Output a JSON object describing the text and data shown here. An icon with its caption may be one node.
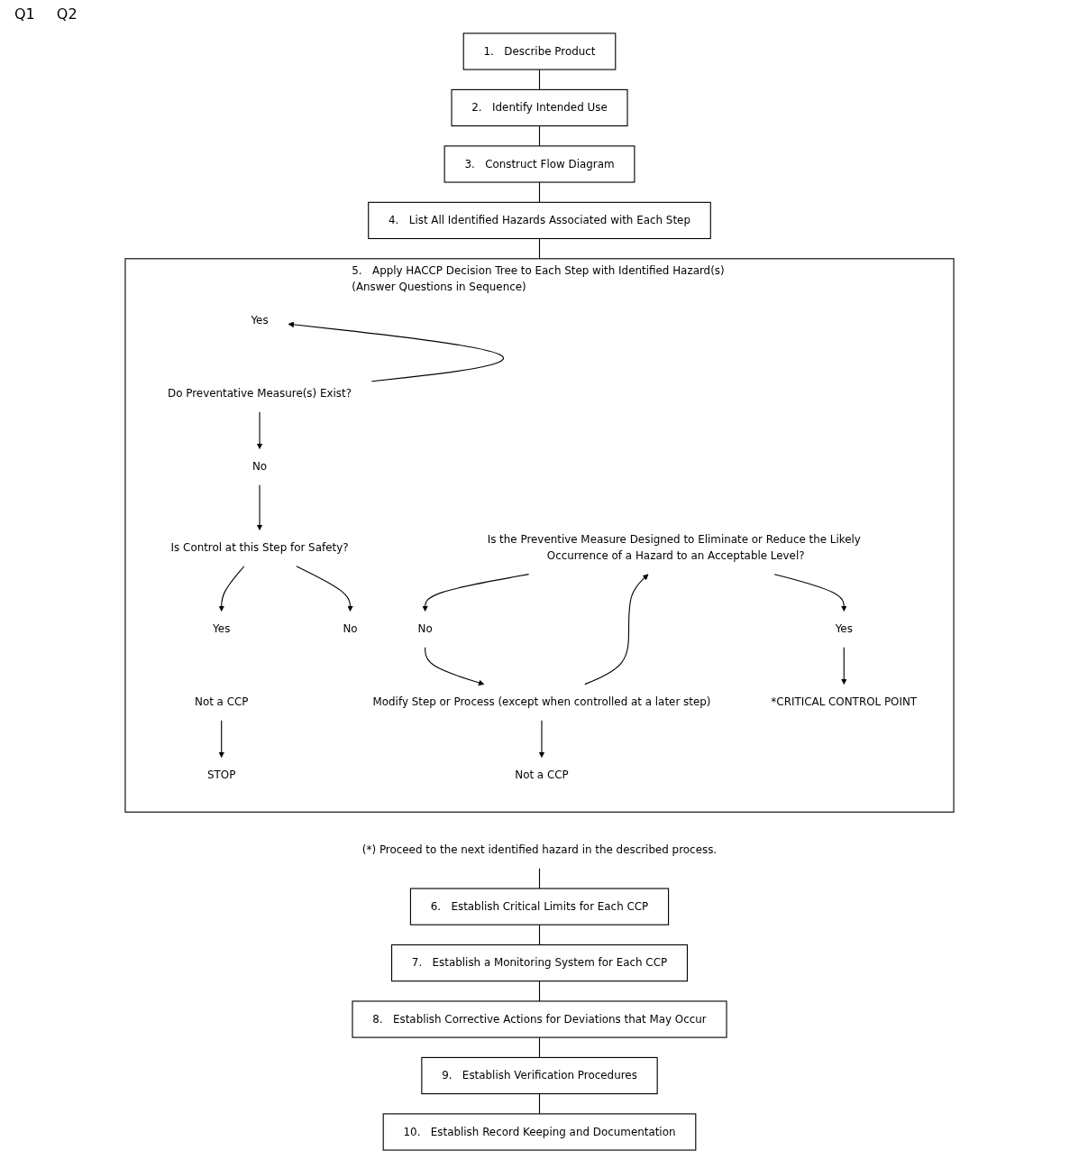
{
  "diagram": {
    "nodes": [
      {
        "text": [
          "1.",
          "Describe Product"
        ]
      },
      {
        "text": [
          "2.",
          "Identify Intended Use"
        ]
      },
      {
        "text": [
          "3.",
          "Construct Flow Diagram"
        ]
      },
      {
        "text": [
          "4.",
          "List All Identified Hazards Associated with Each Step"
        ]
      },
      {
        "text": [
          "5.",
          "Apply HACCP Decision Tree to Each Step with Identified Hazard(s)",
          "(Answer Questions in Sequence)"
        ]
      },
      {
        "text": [
          "Yes"
        ],
        "in": 4
      },
      {
        "text": [
          "Do Preventative Measure(s) Exist?"
        ],
        "in": 4
      },
      {
        "text": [
          "No"
        ],
        "in": 4
      },
      {
        "text": [
          "Is Control at this Step for Safety?"
        ],
        "in": 4
      },
      {
        "text": [
          "Yes"
        ],
        "in": 4
      },
      {
        "text": [
          "Not a CCP"
        ],
        "in": 4
      },
      {
        "text": [
          "STOP"
        ],
        "in": 4
      },
      {
        "text": [
          "No"
        ],
        "in": 4
      },
      {
        "text": [
          "Is the Preventive Measure Designed to Eliminate or Reduce the Likely Occurrence of a Hazard to an Acceptable Level?"
        ],
        "in": 4
      },
      {
        "text": [
          "Yes"
        ],
        "in": 4
      },
      {
        "text": [
          "No"
        ],
        "in": 4
      },
      {
        "text": [
          "Modify Step or Process (except when controlled at a later step)"
        ],
        "in": 4
      },
      {
        "text": [
          "Not a CCP"
        ],
        "in": 4
      },
      {
        "text": [
          "*CRITICAL CONTROL POINT"
        ],
        "in": 4
      },
      {
        "text": [
          "(*) Proceed to the next identified hazard in the described process."
        ]
      },
      {
        "text": [
          "6.",
          "Establish Critical Limits for Each CCP"
        ]
      },
      {
        "text": [
          "7.",
          "Establish a Monitoring System for Each CCP"
        ]
      },
      {
        "text": [
          "8.",
          "Establish Corrective Actions for Deviations that May Occur"
        ]
      },
      {
        "text": [
          "9.",
          "Establish Verification Procedures"
        ]
      },
      {
        "text": [
          "10.",
          "Establish Record Keeping and Documentation"
        ]
      }
    ],
    "edges": [
      {
        "from": 0,
        "to": 1,
        "arrow": "none"
      },
      {
        "from": 1,
        "to": 2,
        "arrow": "none"
      },
      {
        "from": 2,
        "to": 3,
        "arrow": "none"
      },
      {
        "from": 3,
        "to": 4,
        "arrow": "none"
      },
      {
        "from": 6,
        "to": 5,
        "arrow": "to"
      },
      {
        "from": 6,
        "to": 7,
        "arrow": "to"
      },
      {
        "from": 7,
        "to": 8,
        "arrow": "to"
      },
      {
        "from": 8,
        "to": 9,
        "arrow": "to"
      },
      {
        "from": 8,
        "to": 12,
        "arrow": "to"
      },
      {
        "from": 10,
        "to": 11,
        "arrow": "to"
      },
      {
        "from": 13,
        "to": 14,
        "arrow": "to"
      },
      {
        "from": 13,
        "to": 15,
        "arrow": "to"
      },
      {
        "from": 15,
        "to": 16,
        "arrow": "to"
      },
      {
        "from": 16,
        "to": 13,
        "arrow": "to"
      },
      {
        "from": 16,
        "to": 17,
        "arrow": "to"
      },
      {
        "from": 14,
        "to": 18,
        "arrow": "to"
      },
      {
        "from": 19,
        "to": 20,
        "arrow": "none"
      },
      {
        "from": 20,
        "to": 21,
        "arrow": "none"
      },
      {
        "from": 21,
        "to": 22,
        "arrow": "none"
      },
      {
        "from": 22,
        "to": 23,
        "arrow": "none"
      },
      {
        "from": 23,
        "to": 24,
        "arrow": "none"
      }
    ],
    "labels": [
      "Q1",
      "Q2"
    ]
  }
}
